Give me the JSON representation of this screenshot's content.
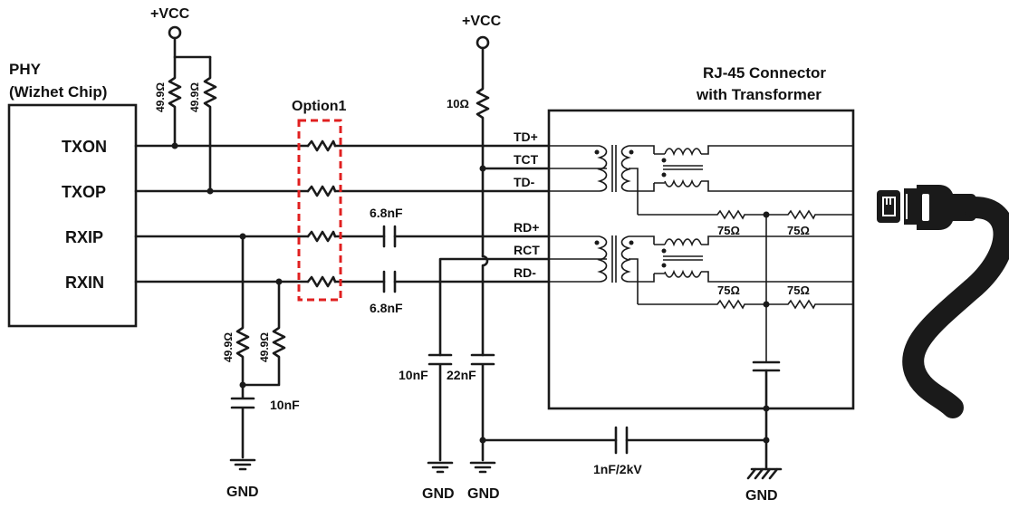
{
  "labels": {
    "phy_line1": "PHY",
    "phy_line2": "(Wizhet Chip)",
    "txon": "TXON",
    "txop": "TXOP",
    "rxip": "RXIP",
    "rxin": "RXIN",
    "vcc_left": "+VCC",
    "vcc_mid": "+VCC",
    "r_txon": "49.9Ω",
    "r_txop": "49.9Ω",
    "r_rxip": "49.9Ω",
    "r_rxin": "49.9Ω",
    "option": "Option1",
    "r_10": "10Ω",
    "c_top": "6.8nF",
    "c_bottom": "6.8nF",
    "c_10nf_left": "10nF",
    "c_10nf_mid": "10nF",
    "c_22nf": "22nF",
    "c_1nf2kv": "1nF/2kV",
    "td_plus": "TD+",
    "tct": "TCT",
    "td_minus": "TD-",
    "rd_plus": "RD+",
    "rct": "RCT",
    "rd_minus": "RD-",
    "r75_1": "75Ω",
    "r75_2": "75Ω",
    "r75_3": "75Ω",
    "r75_4": "75Ω",
    "rj45_line1": "RJ-45 Connector",
    "rj45_line2": "with Transformer",
    "gnd_1": "GND",
    "gnd_2": "GND",
    "gnd_3": "GND",
    "gnd_4": "GND"
  },
  "colors": {
    "wire": "#1a1a1a",
    "option_box": "#e02020",
    "background": "#ffffff"
  },
  "icons": [
    "rj45-plug-cable-icon",
    "ground-symbol-icon",
    "chassis-ground-icon",
    "vcc-terminal-icon"
  ]
}
